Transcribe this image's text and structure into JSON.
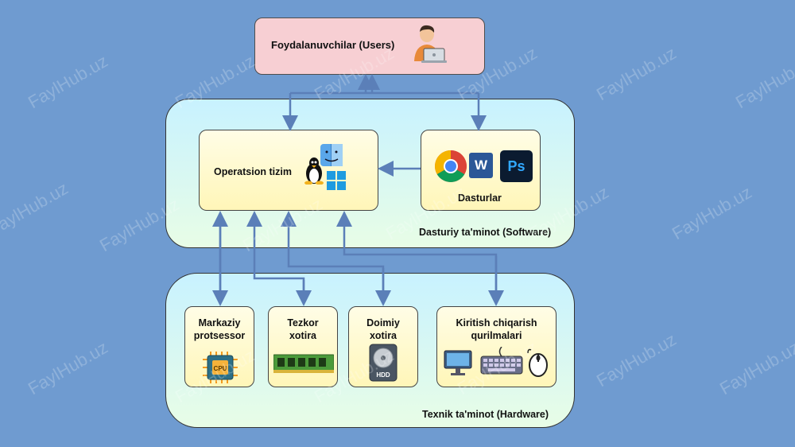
{
  "users": {
    "label": "Foydalanuvchilar (Users)",
    "icon": "user-laptop-icon"
  },
  "software": {
    "label": "Dasturiy ta'minot (Software)",
    "os": {
      "label": "Operatsion tizim",
      "icons": [
        "linux-tux-icon",
        "mac-finder-icon",
        "windows-icon"
      ]
    },
    "programs": {
      "label": "Dasturlar",
      "icons": [
        "chrome-icon",
        "word-icon",
        "photoshop-icon"
      ],
      "photoshop_text": "Ps",
      "word_text": "W"
    }
  },
  "hardware": {
    "label": "Texnik ta'minot (Hardware)",
    "cpu": {
      "line1": "Markaziy",
      "line2": "protsessor",
      "chip_text": "CPU"
    },
    "ram": {
      "line1": "Tezkor",
      "line2": "xotira"
    },
    "storage": {
      "line1": "Doimiy",
      "line2": "xotira",
      "hdd_text": "HDD"
    },
    "io": {
      "line1": "Kiritish chiqarish",
      "line2": "qurilmalari"
    }
  },
  "watermark": "FaylHub.uz",
  "colors": {
    "background": "#6f9bd0",
    "arrow": "#5b7fb8",
    "users_box": "#f7cfd3",
    "node_box": "#fff6b8"
  }
}
